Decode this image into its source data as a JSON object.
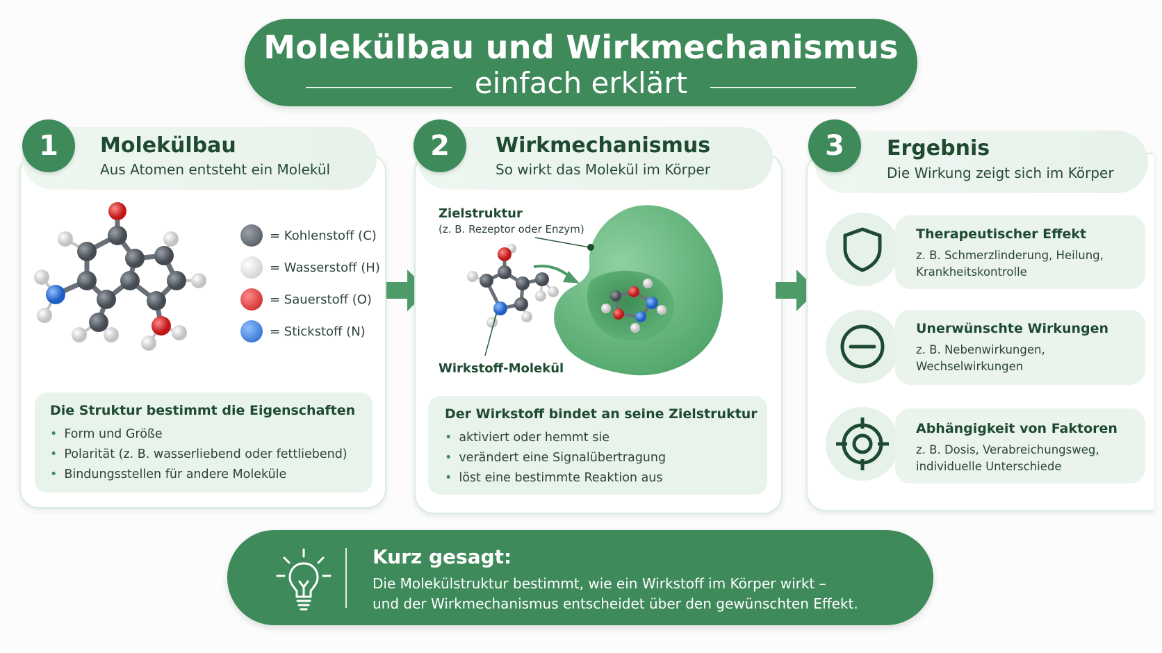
{
  "header": {
    "title": "Molekülbau und Wirkmechanismus",
    "subtitle": "einfach erklärt"
  },
  "step1": {
    "number": "1",
    "title": "Molekülbau",
    "subtitle": "Aus Atomen entsteht ein Molekül",
    "legend": [
      {
        "label": "= Kohlenstoff (C)",
        "color": "#5a6068",
        "icon": "carbon-atom"
      },
      {
        "label": "= Wasserstoff (H)",
        "color": "#dcdcdc",
        "icon": "hydrogen-atom"
      },
      {
        "label": "= Sauerstoff (O)",
        "color": "#d62b2b",
        "icon": "oxygen-atom"
      },
      {
        "label": "= Stickstoff (N)",
        "color": "#2f6fd6",
        "icon": "nitrogen-atom"
      }
    ],
    "note_title": "Die Struktur bestimmt die Eigenschaften",
    "note_items": [
      "Form und Größe",
      "Polarität (z. B. wasserliebend oder fettliebend)",
      "Bindungsstellen für andere Moleküle"
    ]
  },
  "step2": {
    "number": "2",
    "title": "Wirkmechanismus",
    "subtitle": "So wirkt das Molekül im Körper",
    "target_label": "Zielstruktur",
    "target_sub": "(z. B. Rezeptor oder Enzym)",
    "drug_label": "Wirkstoff-Molekül",
    "note_title": "Der Wirkstoff bindet an seine Zielstruktur",
    "note_items": [
      "aktiviert oder hemmt sie",
      "verändert eine Signalübertragung",
      "löst eine bestimmte Reaktion aus"
    ]
  },
  "step3": {
    "number": "3",
    "title": "Ergebnis",
    "subtitle": "Die Wirkung zeigt sich im Körper",
    "items": [
      {
        "icon": "shield-icon",
        "title": "Therapeutischer Effekt",
        "line1": "z. B. Schmerzlinderung, Heilung,",
        "line2": "Krankheitskontrolle"
      },
      {
        "icon": "minus-circle-icon",
        "title": "Unerwünschte Wirkungen",
        "line1": "z. B. Nebenwirkungen,",
        "line2": "Wechselwirkungen"
      },
      {
        "icon": "target-icon",
        "title": "Abhängigkeit von Faktoren",
        "line1": "z. B. Dosis, Verabreichungsweg,",
        "line2": "individuelle Unterschiede"
      }
    ]
  },
  "summary": {
    "title": "Kurz gesagt:",
    "line1": "Die Molekülstruktur  bestimmt, wie ein Wirkstoff im Körper wirkt –",
    "line2": "und der Wirkmechanismus entscheidet über den gewünschten Effekt."
  },
  "colors": {
    "accent": "#3f8a5b",
    "panel_tint": "#e8f3eb"
  }
}
